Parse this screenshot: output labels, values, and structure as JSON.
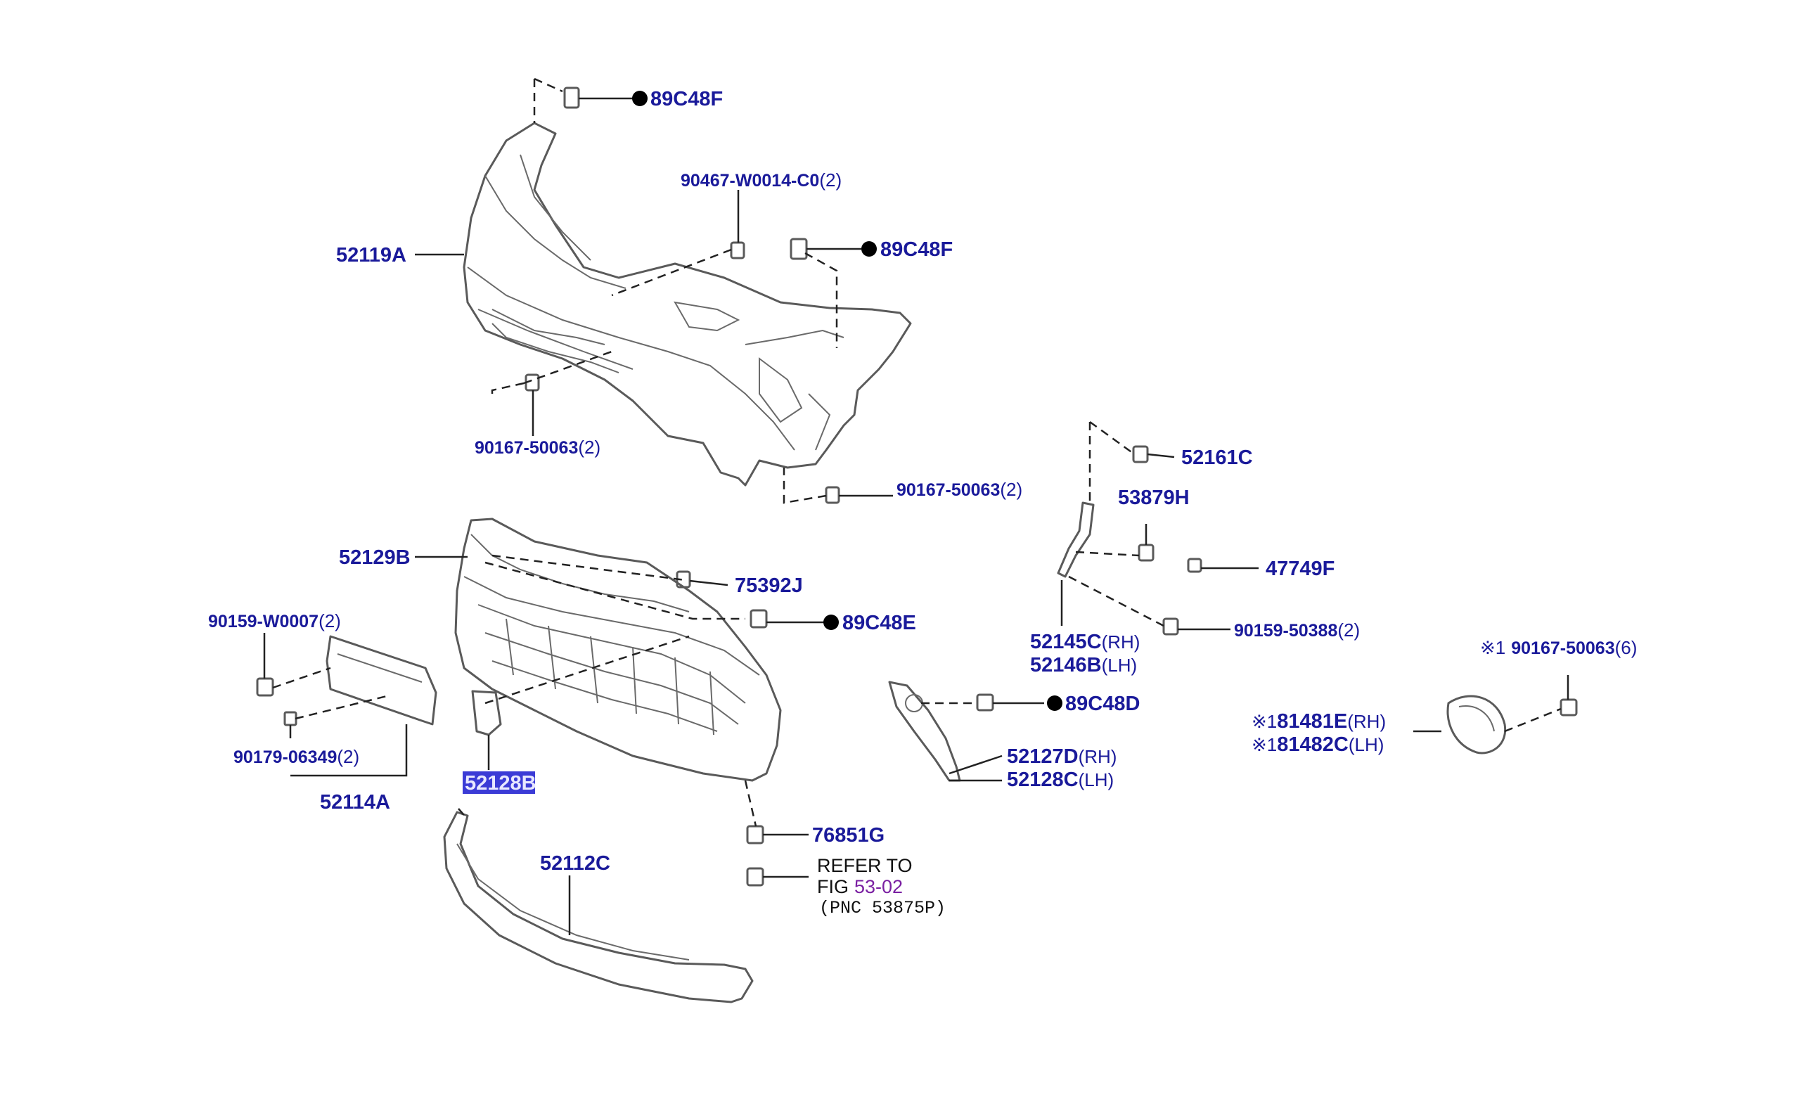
{
  "labels": {
    "p89C48F_top": "89C48F",
    "p90467": "90467-W0014-C0",
    "p90467_qty": "(2)",
    "p89C48F_mid": "89C48F",
    "p52119A": "52119A",
    "p90167_a": "90167-50063",
    "p90167_a_qty": "(2)",
    "p90167_b": "90167-50063",
    "p90167_b_qty": "(2)",
    "p52161C": "52161C",
    "p53879H": "53879H",
    "p47749F": "47749F",
    "p90159_50388": "90159-50388",
    "p90159_50388_qty": "(2)",
    "p52145C": "52145C",
    "p52145C_side": "(RH)",
    "p52146B": "52146B",
    "p52146B_side": "(LH)",
    "p52129B": "52129B",
    "p75392J": "75392J",
    "p89C48E": "89C48E",
    "p90159_W0007": "90159-W0007",
    "p90159_W0007_qty": "(2)",
    "p90179": "90179-06349",
    "p90179_qty": "(2)",
    "p52114A": "52114A",
    "p52128B": "52128B",
    "p89C48D": "89C48D",
    "p52127D": "52127D",
    "p52127D_side": "(RH)",
    "p52128C": "52128C",
    "p52128C_side": "(LH)",
    "p90167_c_mark": "※1",
    "p90167_c": "90167-50063",
    "p90167_c_qty": "(6)",
    "p81481E_mark": "※1",
    "p81481E": "81481E",
    "p81481E_side": "(RH)",
    "p81482C_mark": "※1",
    "p81482C": "81482C",
    "p81482C_side": "(LH)",
    "p76851G": "76851G",
    "p52112C": "52112C",
    "refer_line1": "REFER TO",
    "refer_fig_prefix": "FIG",
    "refer_fig_num": "53-02",
    "refer_pnc": "(PNC 53875P)"
  },
  "colors": {
    "label": "#1a1a9a",
    "highlight": "#3b3bd6",
    "fig_link": "#7a1fa2",
    "part_line": "#5a5a5a"
  }
}
